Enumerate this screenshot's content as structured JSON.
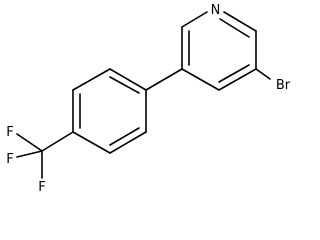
{
  "molecule": {
    "atoms": {
      "nitrogen": "N",
      "bromine": "Br",
      "fluorine_1": "F",
      "fluorine_2": "F",
      "fluorine_3": "F"
    }
  }
}
